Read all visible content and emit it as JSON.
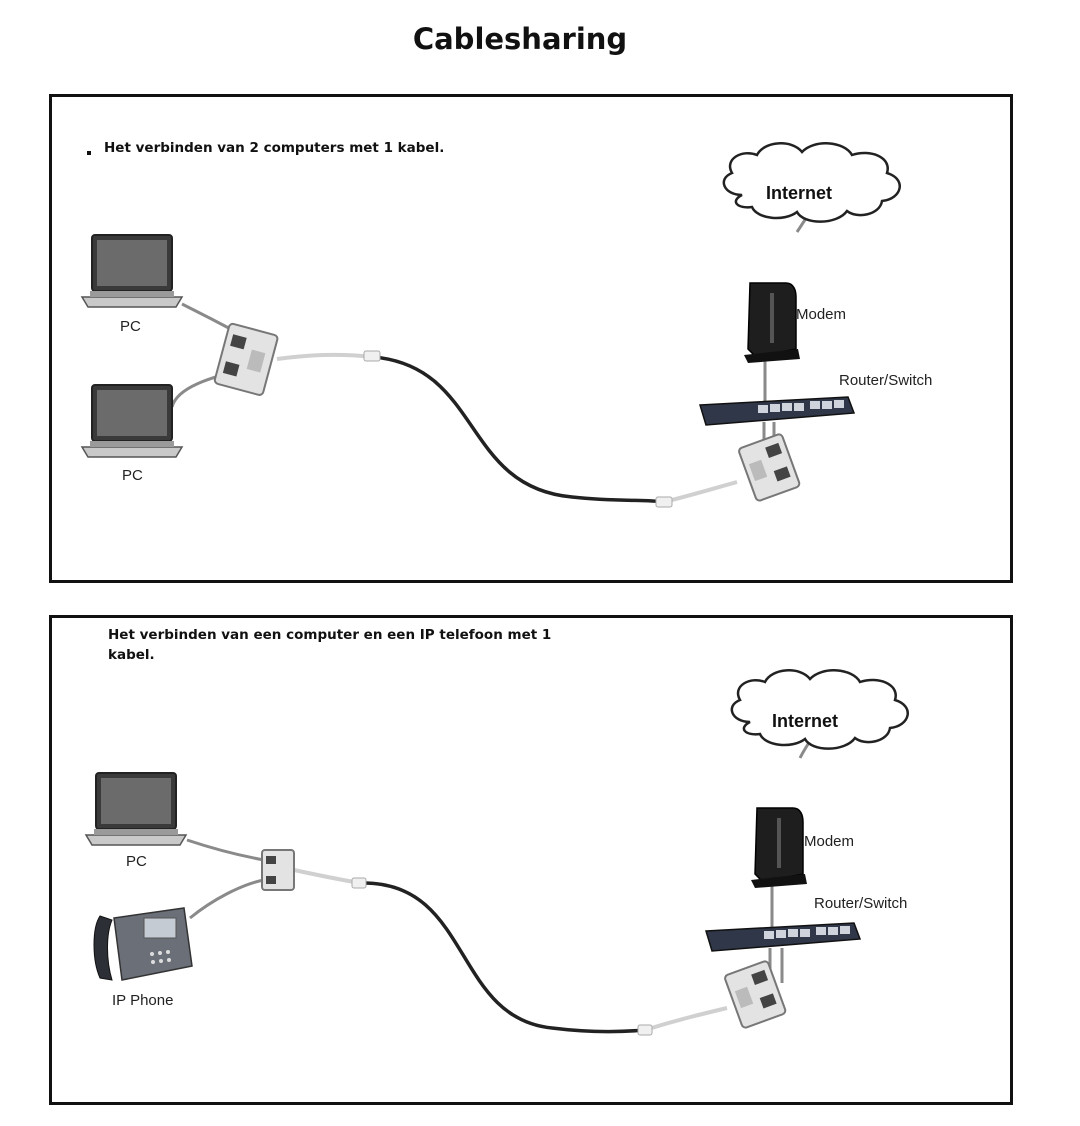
{
  "title": "Cablesharing",
  "panels": [
    {
      "caption": "Het verbinden van 2 computers met 1 kabel.",
      "labels": {
        "pc1": "PC",
        "pc2": "PC",
        "internet": "Internet",
        "modem": "Modem",
        "router": "Router/Switch"
      }
    },
    {
      "caption_line1": "Het verbinden van een computer en een IP telefoon met 1",
      "caption_line2": "kabel.",
      "labels": {
        "pc": "PC",
        "phone": "IP Phone",
        "internet": "Internet",
        "modem": "Modem",
        "router": "Router/Switch"
      }
    }
  ]
}
